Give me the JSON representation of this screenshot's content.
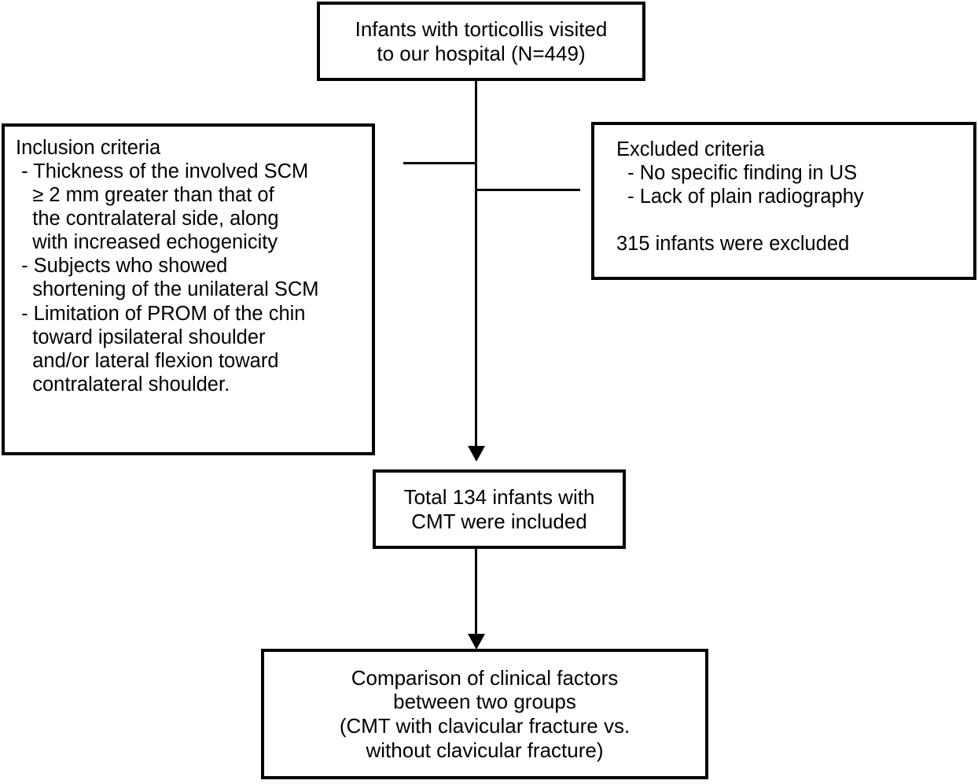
{
  "diagram": {
    "title": "CMT study participant flow diagram",
    "type": "flowchart",
    "colors": {
      "border": "#000000",
      "background": "#ffffff",
      "text": "#000000"
    },
    "nodes": {
      "top": {
        "lines": [
          "Infants with torticollis visited",
          "to our hospital (N=449)"
        ]
      },
      "inclusion": {
        "lines": [
          "Inclusion criteria",
          " - Thickness of the involved SCM",
          "   ≥ 2 mm greater than that of",
          "   the contralateral side, along",
          "   with increased echogenicity",
          " - Subjects who showed",
          "   shortening of the unilateral SCM",
          " - Limitation of PROM of the chin",
          "   toward ipsilateral shoulder",
          "   and/or lateral flexion toward",
          "   contralateral shoulder."
        ]
      },
      "excluded": {
        "lines": [
          "Excluded criteria",
          "  - No specific finding in US",
          "  - Lack of plain radiography",
          "",
          "315 infants were excluded"
        ]
      },
      "total": {
        "lines": [
          "Total 134 infants with",
          "CMT were included"
        ]
      },
      "comparison": {
        "lines": [
          "Comparison of clinical factors",
          "between two groups",
          "(CMT with clavicular fracture vs.",
          "without clavicular fracture)"
        ]
      }
    },
    "connectors": [
      {
        "name": "trunk-from-top-box",
        "orientation": "vertical"
      },
      {
        "name": "branch-to-inclusion-criteria",
        "orientation": "horizontal"
      },
      {
        "name": "branch-to-excluded-criteria",
        "orientation": "horizontal"
      },
      {
        "name": "trunk-to-total-box",
        "orientation": "vertical",
        "arrow": "down"
      },
      {
        "name": "trunk-to-comparison-box",
        "orientation": "vertical",
        "arrow": "down"
      }
    ]
  }
}
